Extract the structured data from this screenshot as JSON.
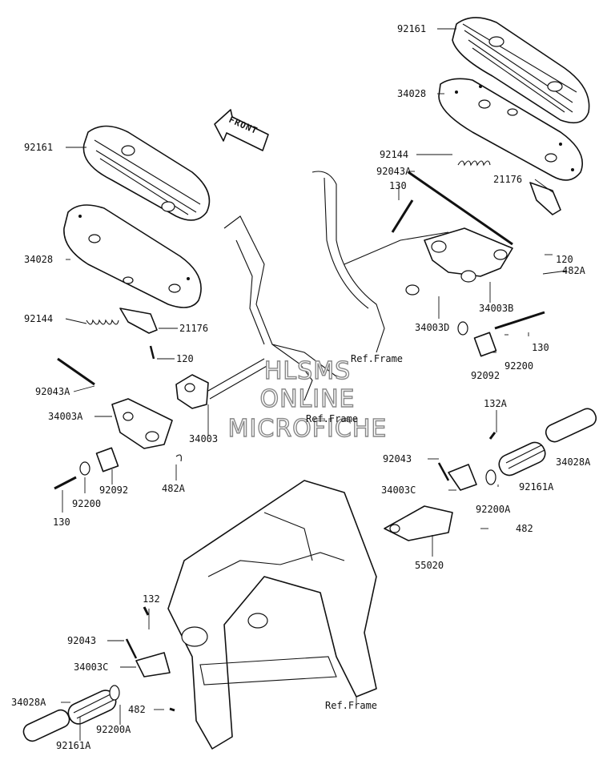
{
  "watermark": {
    "line1": "HLSMS",
    "line2": "ONLINE",
    "line3": "MICROFICHE"
  },
  "direction_label": "FRONT",
  "labels": {
    "r_92161": "92161",
    "r_34028": "34028",
    "r_92144": "92144",
    "r_92043A": "92043A",
    "r_130_top": "130",
    "r_21176": "21176",
    "r_120": "120",
    "r_482A": "482A",
    "r_34003B": "34003B",
    "r_34003D": "34003D",
    "r_130_mid": "130",
    "r_92200": "92200",
    "r_92092": "92092",
    "ref_frame_1": "Ref.Frame",
    "l_92161": "92161",
    "l_34028": "34028",
    "l_92144": "92144",
    "l_21176": "21176",
    "l_120": "120",
    "l_92043A": "92043A",
    "l_34003A": "34003A",
    "l_34003": "34003",
    "ref_frame_2": "Ref.Frame",
    "l_130": "130",
    "l_92200": "92200",
    "l_92092": "92092",
    "l_482A": "482A",
    "rp_132A": "132A",
    "rp_92043": "92043",
    "rp_34028A": "34028A",
    "rp_34003C": "34003C",
    "rp_92161A": "92161A",
    "rp_92200A": "92200A",
    "rp_482": "482",
    "rp_55020": "55020",
    "lp_132": "132",
    "lp_92043": "92043",
    "lp_34003C": "34003C",
    "lp_34028A": "34028A",
    "lp_482": "482",
    "lp_92200A": "92200A",
    "lp_92161A": "92161A",
    "ref_frame_3": "Ref.Frame"
  }
}
